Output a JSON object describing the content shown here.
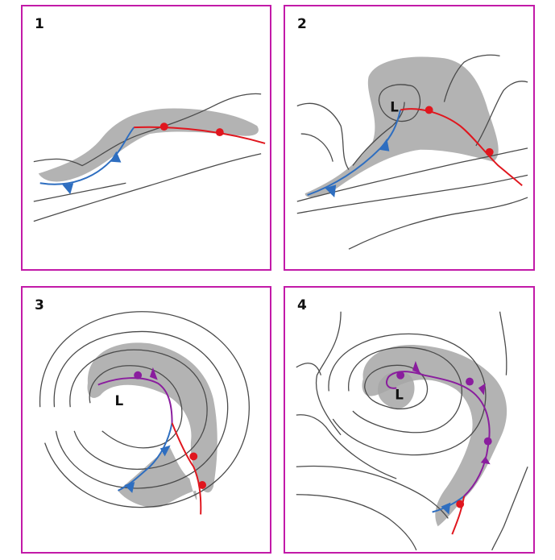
{
  "panels": [
    {
      "number": "1"
    },
    {
      "number": "2",
      "low_label": "L"
    },
    {
      "number": "3",
      "low_label": "L"
    },
    {
      "number": "4",
      "low_label": "L"
    }
  ],
  "colors": {
    "frame": "#c21aa8",
    "cold_front": "#2e6ec0",
    "warm_front": "#e0161e",
    "occluded_front": "#8a1d9e",
    "cloud_shading": "#a6a6a6"
  }
}
